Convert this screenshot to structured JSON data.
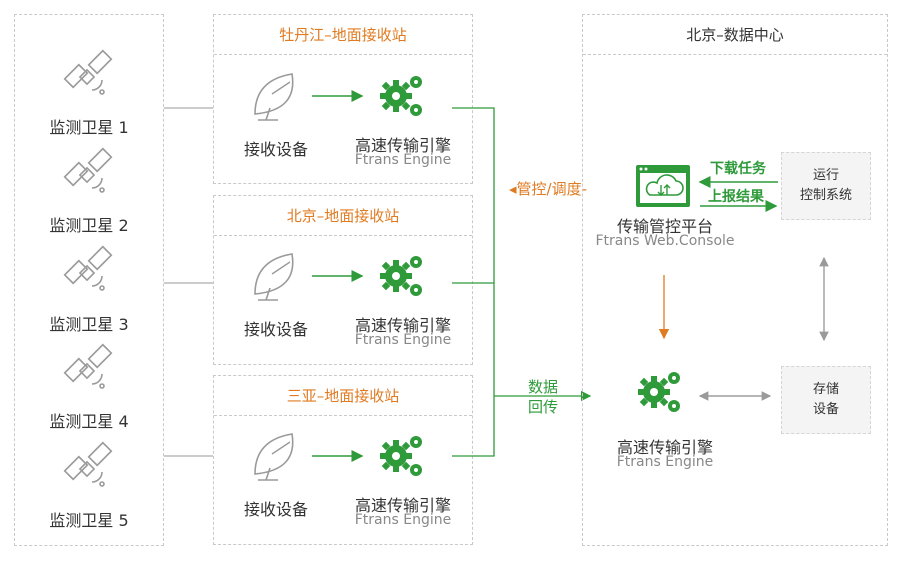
{
  "satellites": [
    {
      "label": "监测卫星 1"
    },
    {
      "label": "监测卫星 2"
    },
    {
      "label": "监测卫星 3"
    },
    {
      "label": "监测卫星 4"
    },
    {
      "label": "监测卫星 5"
    }
  ],
  "stations": [
    {
      "title": "牡丹江–地面接收站",
      "receiver": "接收设备",
      "engine": "高速传输引擎",
      "engine_en": "Ftrans Engine"
    },
    {
      "title": "北京–地面接收站",
      "receiver": "接收设备",
      "engine": "高速传输引擎",
      "engine_en": "Ftrans Engine"
    },
    {
      "title": "三亚–地面接收站",
      "receiver": "接收设备",
      "engine": "高速传输引擎",
      "engine_en": "Ftrans Engine"
    }
  ],
  "links": {
    "control": "管控/调度",
    "data_return_1": "数据",
    "data_return_2": "回传"
  },
  "datacenter": {
    "title": "北京–数据中心",
    "platform": "传输管控平台",
    "platform_en": "Ftrans Web.Console",
    "download_task": "下载任务",
    "upload_result": "上报结果",
    "ops_1": "运行",
    "ops_2": "控制系统",
    "engine": "高速传输引擎",
    "engine_en": "Ftrans Engine",
    "storage_1": "存储",
    "storage_2": "设备"
  },
  "colors": {
    "accent": "#e07b22",
    "green": "#2e9a3a",
    "gray": "#9a9a9a",
    "border": "#c9c9c9"
  }
}
